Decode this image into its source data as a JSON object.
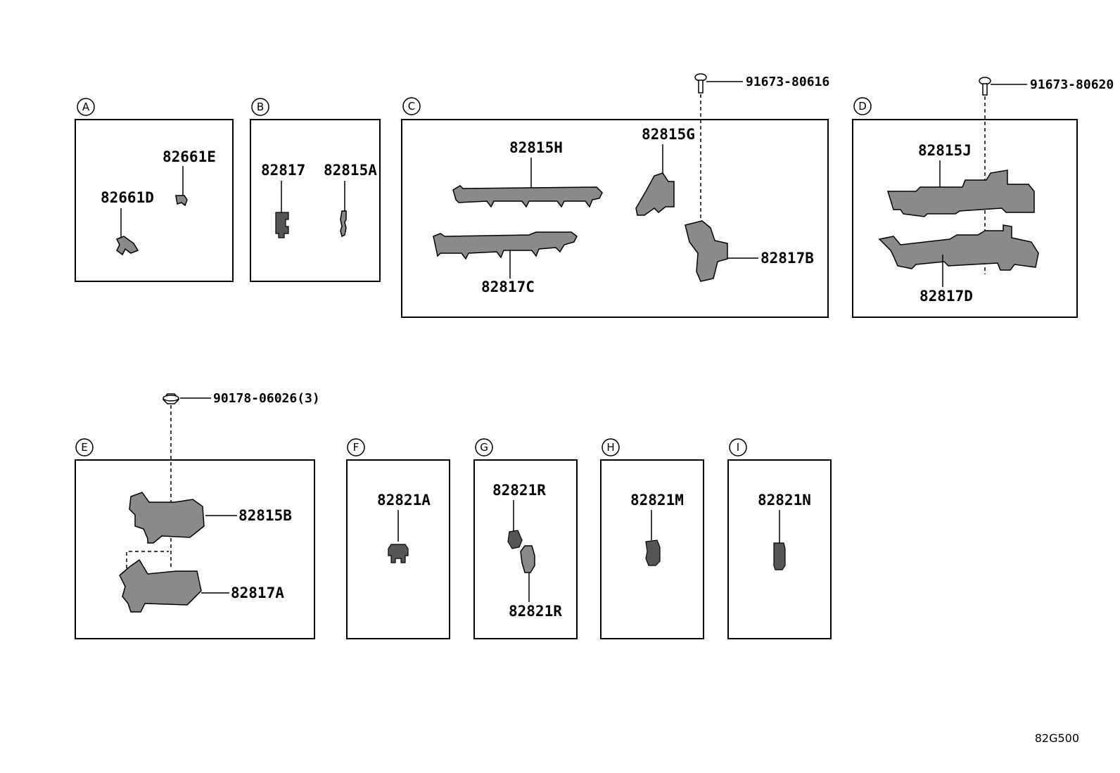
{
  "groups": {
    "A": {
      "letter": "A",
      "parts": [
        "82661E",
        "82661D"
      ]
    },
    "B": {
      "letter": "B",
      "parts": [
        "82817",
        "82815A"
      ]
    },
    "C": {
      "letter": "C",
      "parts": [
        "82815H",
        "82815G",
        "82817C",
        "82817B"
      ]
    },
    "D": {
      "letter": "D",
      "parts": [
        "82815J",
        "82817D"
      ]
    },
    "E": {
      "letter": "E",
      "parts": [
        "82815B",
        "82817A"
      ]
    },
    "F": {
      "letter": "F",
      "parts": [
        "82821A"
      ]
    },
    "G": {
      "letter": "G",
      "parts": [
        "82821R",
        "82821R"
      ]
    },
    "H": {
      "letter": "H",
      "parts": [
        "82821M"
      ]
    },
    "I": {
      "letter": "I",
      "parts": [
        "82821N"
      ]
    }
  },
  "fasteners": {
    "c_bolt": "91673-80616",
    "d_bolt": "91673-80620",
    "e_nut": "90178-06026(3)"
  },
  "diagram_code": "82G500"
}
